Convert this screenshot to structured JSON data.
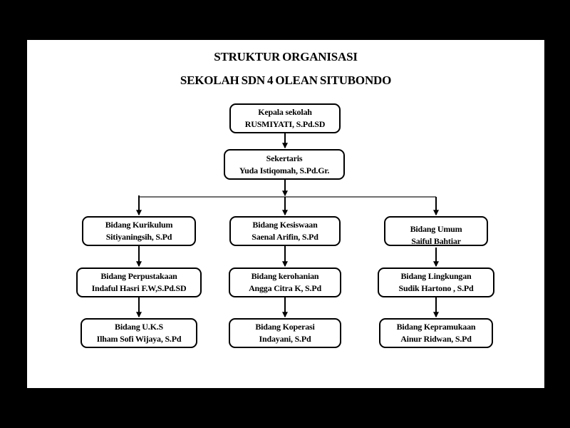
{
  "title": {
    "line1": "STRUKTUR ORGANISASI",
    "line2": "SEKOLAH SDN 4 OLEAN SITUBONDO"
  },
  "nodes": {
    "kepala": {
      "role": "Kepala sekolah",
      "name": "RUSMIYATI, S.Pd.SD"
    },
    "sekertaris": {
      "role": "Sekertaris",
      "name": "Yuda Istiqomah, S.Pd.Gr."
    },
    "kurikulum": {
      "role": "Bidang Kurikulum",
      "name": "Sitiyaningsih, S.Pd"
    },
    "kesiswaan": {
      "role": "Bidang Kesiswaan",
      "name": "Saenal Arifin, S.Pd"
    },
    "umum": {
      "role": "Bidang Umum",
      "name": "Saiful Bahtiar"
    },
    "perpustakaan": {
      "role": "Bidang Perpustakaan",
      "name": "Indaful Hasri F.W,S.Pd.SD"
    },
    "kerohanian": {
      "role": "Bidang kerohanian",
      "name": "Angga Citra K, S.Pd"
    },
    "lingkungan": {
      "role": "Bidang Lingkungan",
      "name": "Sudik Hartono , S.Pd"
    },
    "uks": {
      "role": "Bidang U.K.S",
      "name": "Ilham Sofi Wijaya, S.Pd"
    },
    "koperasi": {
      "role": "Bidang Koperasi",
      "name": "Indayani, S.Pd"
    },
    "kepramukaan": {
      "role": "Bidang Kepramukaan",
      "name": "Ainur Ridwan, S.Pd"
    }
  },
  "edges": [
    {
      "from": "kepala",
      "to": "sekertaris"
    },
    {
      "from": "sekertaris",
      "to": "kurikulum"
    },
    {
      "from": "sekertaris",
      "to": "kesiswaan"
    },
    {
      "from": "sekertaris",
      "to": "umum"
    },
    {
      "from": "kurikulum",
      "to": "perpustakaan"
    },
    {
      "from": "kesiswaan",
      "to": "kerohanian"
    },
    {
      "from": "umum",
      "to": "lingkungan"
    },
    {
      "from": "perpustakaan",
      "to": "uks"
    },
    {
      "from": "kerohanian",
      "to": "koperasi"
    },
    {
      "from": "lingkungan",
      "to": "kepramukaan"
    }
  ],
  "colors": {
    "background": "#000000",
    "slide": "#ffffff",
    "box_border": "#000000",
    "connector": "#000000",
    "text": "#000000"
  }
}
